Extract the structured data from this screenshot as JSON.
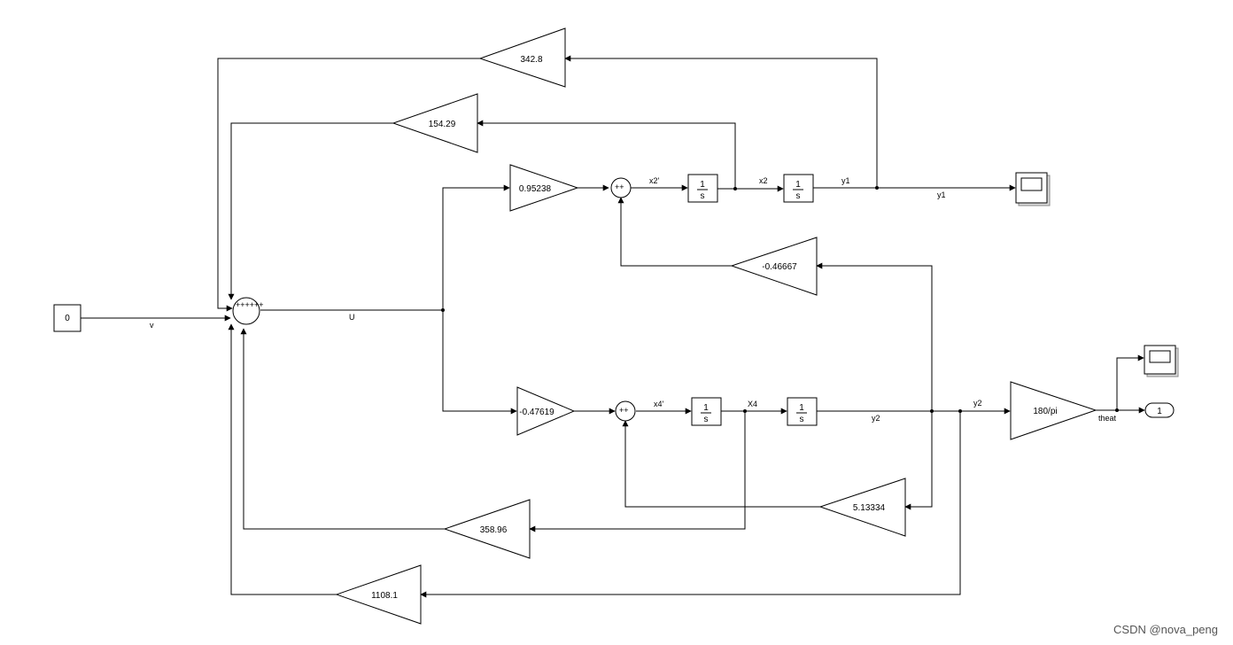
{
  "diagram": {
    "constant": "0",
    "gains": {
      "g342": "342.8",
      "g154": "154.29",
      "g095": "0.95238",
      "g046": "-0.46667",
      "g047": "-0.47619",
      "g513": "5.13334",
      "g358": "358.96",
      "g1108": "1108.1",
      "g180": "180/pi"
    },
    "integrator": {
      "num": "1",
      "den": "s"
    },
    "sum_signs": {
      "big": "++++++",
      "small": "++"
    },
    "signals": {
      "v": "v",
      "u": "U",
      "x2p": "x2'",
      "x2": "x2",
      "y1a": "y1",
      "y1b": "y1",
      "x4p": "x4'",
      "x4": "X4",
      "y2a": "y2",
      "y2b": "y2",
      "theat": "theat"
    },
    "outport": "1"
  },
  "watermark": "CSDN @nova_peng"
}
